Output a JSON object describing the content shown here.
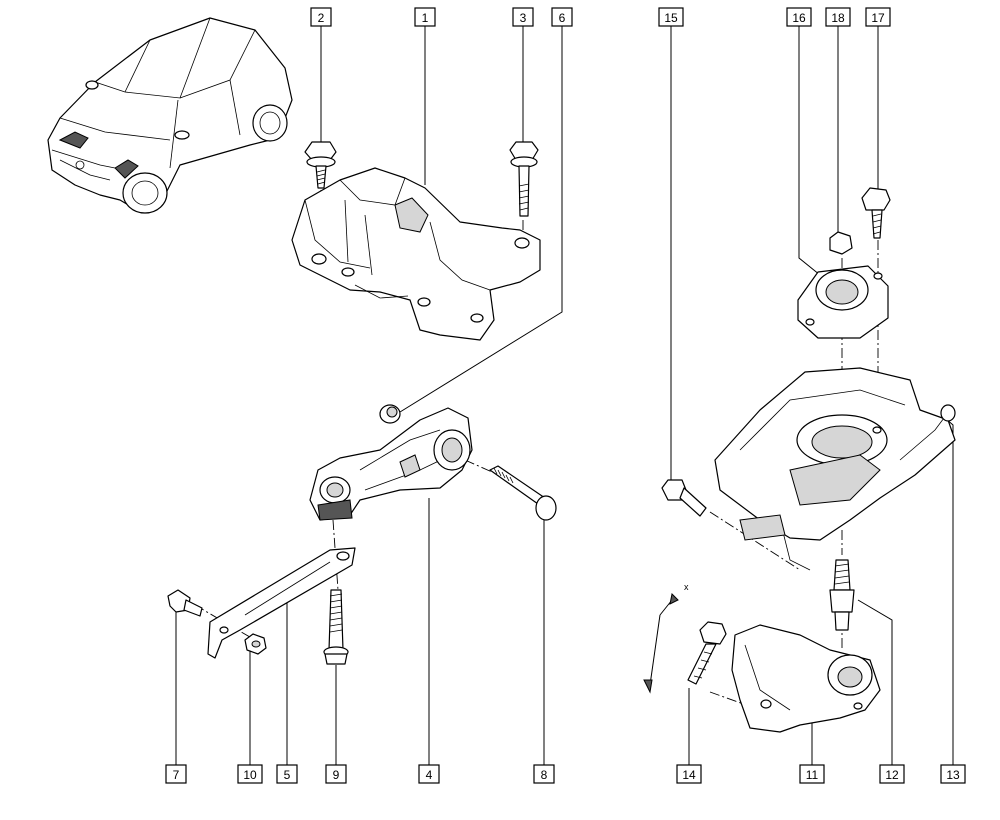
{
  "figure": {
    "kind": "exploded parts diagram",
    "colors": {
      "ink": "#000000",
      "paper": "#ffffff",
      "shade": "#d6d6d6"
    }
  },
  "callouts": [
    "2",
    "1",
    "3",
    "6",
    "15",
    "16",
    "18",
    "17",
    "7",
    "10",
    "5",
    "9",
    "4",
    "8",
    "14",
    "11",
    "12",
    "13"
  ],
  "axis_marker": {
    "label": "x"
  }
}
